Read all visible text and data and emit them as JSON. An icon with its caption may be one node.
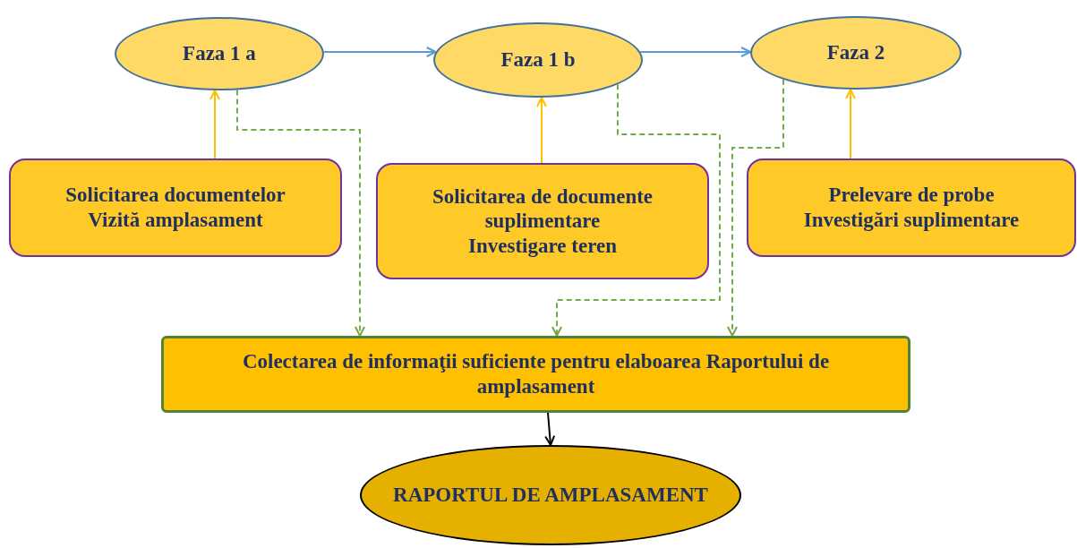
{
  "diagram": {
    "nodes": [
      {
        "text": [
          "Faza 1 a"
        ]
      },
      {
        "text": [
          "Faza 1 b"
        ]
      },
      {
        "text": [
          "Faza 2"
        ]
      },
      {
        "text": [
          "Solicitarea documentelor",
          "Vizită amplasament"
        ]
      },
      {
        "text": [
          "Solicitarea de documente suplimentare",
          "Investigare teren"
        ]
      },
      {
        "text": [
          "Prelevare de probe",
          "Investigări suplimentare"
        ]
      },
      {
        "text": [
          "Colectarea de informaţii suficiente pentru elaboarea Raportului de amplasament"
        ]
      },
      {
        "text": [
          "RAPORTUL DE AMPLASAMENT"
        ]
      }
    ],
    "edges": [
      {
        "from": 0,
        "to": 1,
        "arrow": "to",
        "color": "#5b9bd5"
      },
      {
        "from": 1,
        "to": 2,
        "arrow": "to",
        "color": "#5b9bd5"
      },
      {
        "from": 3,
        "to": 0,
        "arrow": "to",
        "color": "#ffc000"
      },
      {
        "from": 4,
        "to": 1,
        "arrow": "to",
        "color": "#ffc000"
      },
      {
        "from": 5,
        "to": 2,
        "arrow": "to",
        "color": "#ffc000"
      },
      {
        "from": 0,
        "to": 6,
        "arrow": "to",
        "style": "dashed",
        "color": "#70ad47"
      },
      {
        "from": 1,
        "to": 6,
        "arrow": "to",
        "style": "dashed",
        "color": "#70ad47"
      },
      {
        "from": 2,
        "to": 6,
        "arrow": "to",
        "style": "dashed",
        "color": "#70ad47"
      },
      {
        "from": 6,
        "to": 7,
        "arrow": "to",
        "color": "#000000"
      }
    ]
  }
}
